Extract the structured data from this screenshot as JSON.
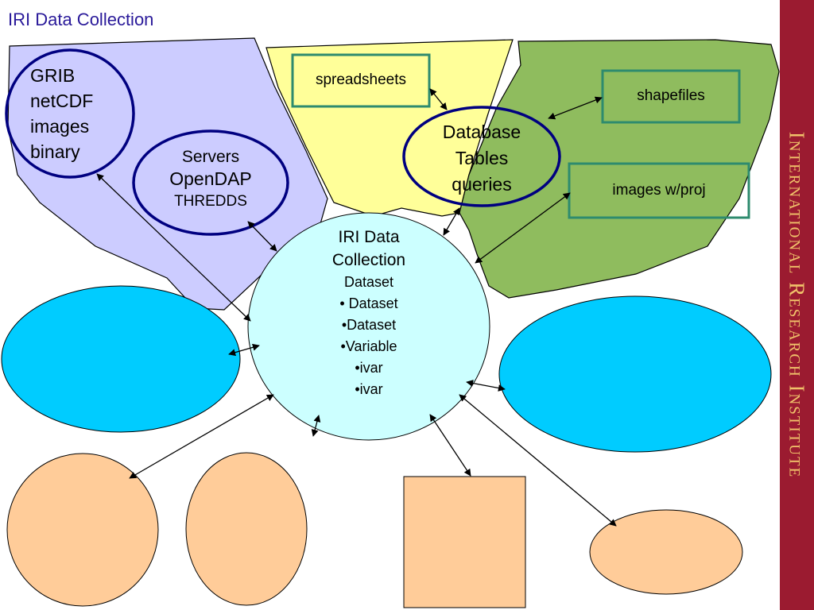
{
  "title": "IRI Data Collection",
  "side_banner": "International Research Institute",
  "colors": {
    "lavender_region": "#ccccff",
    "yellow_region": "#ffff99",
    "green_region": "#8fbc5e",
    "cyan_ellipse": "#00ccff",
    "center_circle": "#ccffff",
    "peach_shape": "#ffcc99",
    "navy_outline": "#000080",
    "teal_box": "#2e8b6e",
    "banner": "#9b1b30",
    "banner_text": "#f0c26a",
    "title": "#2a1a9a"
  },
  "nodes": {
    "formats": [
      "GRIB",
      "netCDF",
      "images",
      "binary"
    ],
    "servers": [
      "Servers",
      "OpenDAP",
      "THREDDS"
    ],
    "spreadsheets": "spreadsheets",
    "database": [
      "Database",
      "Tables",
      "queries"
    ],
    "shapefiles": "shapefiles",
    "images_proj": "images w/proj",
    "center": {
      "title_lines": [
        "IRI Data",
        "Collection"
      ],
      "items": [
        "Dataset",
        "• Dataset",
        "•Dataset",
        "•Variable",
        "•ivar",
        "•ivar"
      ]
    }
  }
}
